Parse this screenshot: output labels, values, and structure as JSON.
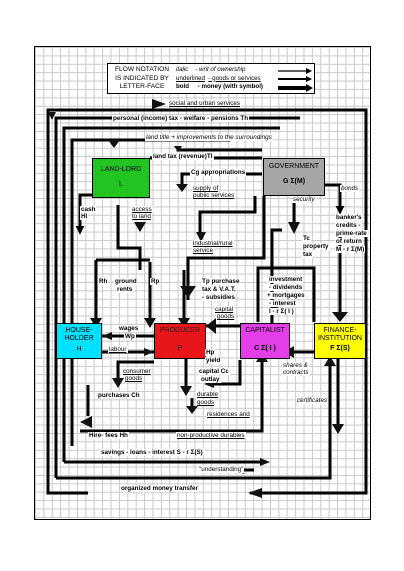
{
  "legend": {
    "title_lines": [
      "FLOW NOTATION",
      "IS INDICATED BY",
      "LETTER-FACE"
    ],
    "rows": [
      {
        "style": "italic",
        "meaning": "- writ of ownership"
      },
      {
        "style": "underlined",
        "meaning": "- goods or services"
      },
      {
        "style": "bold",
        "meaning": "- money (with symbol)"
      }
    ]
  },
  "nodes": {
    "landlord": {
      "name": "LAND-LORD",
      "symbol": "L",
      "color": "#22c422"
    },
    "government": {
      "name": "GOVERNMENT",
      "symbol": "G  Σ(M)",
      "color": "#a6a6a6"
    },
    "householder": {
      "name_lines": [
        "HOUSE-",
        "HOLDER"
      ],
      "symbol": "H",
      "color": "#00e0ff"
    },
    "producer": {
      "name": "PRODUCER",
      "symbol": "P",
      "color": "#e8161b"
    },
    "capitalist": {
      "name": "CAPITALIST",
      "symbol": "C  Σ( I )",
      "color": "#e43ee8"
    },
    "finance": {
      "name_lines": [
        "FINANCE-",
        "INSTITUTION"
      ],
      "symbol": "F   Σ(S)",
      "color": "#ffff00"
    }
  },
  "flows": {
    "social_services": "social and urban services",
    "personal_tax": "personal (income) tax - welfare - pensions  Th",
    "land_title": "land title + improvements to the surroundings",
    "land_tax": "land tax (revenue)Tl",
    "cg_appropriations": "Cg  appropriations",
    "supply_public_1": "supply of",
    "supply_public_2": "public services",
    "bonds": "bonds",
    "security": "security",
    "cash": "cash",
    "hl": "Hl",
    "access_1": "access",
    "access_2": "to land",
    "bankers_1": "banker's",
    "bankers_2": "credits -",
    "bankers_3": "prime-rate",
    "bankers_4": "of return",
    "bankers_5": "M - r Σ(M)",
    "industrial_1": "industrial/rural",
    "industrial_2": "service",
    "property_tax_1": "Tc",
    "property_tax_2": "property",
    "property_tax_3": "tax",
    "rh": "Rh",
    "ground_rents_1": "ground",
    "ground_rents_2": "rents",
    "rp": "Rp",
    "tp_1": "Tp purchase",
    "tp_2": "tax & V.A.T.",
    "tp_3": "- subsidies",
    "investment_1": "investment",
    "investment_2": "- dividends",
    "investment_3": "+ mortgages",
    "investment_4": "- interest",
    "investment_5": "I - r Σ( I )",
    "capital_goods_1": "capital",
    "capital_goods_2": "goods",
    "wages_1": "wages",
    "wages_2": "Wp",
    "labour": "labour",
    "consumer_goods_1": "consumer",
    "consumer_goods_2": "goods",
    "hp_1": "Hp",
    "hp_2": "yield",
    "capital_outlay_1": "capital  Cc",
    "capital_outlay_2": "outlay",
    "shares_1": "shares &",
    "shares_2": "contracts",
    "purchases": "purchases  Ch",
    "durable_goods_1": "durable",
    "durable_goods_2": "goods",
    "residences": "residences and",
    "certificates": "certificates",
    "hire_fees": "Hire- fees  Hh",
    "non_productive": "non-productive durables",
    "savings": "savings - loans - interest  S - r Σ(S)",
    "understanding": "\"understanding\"",
    "organized_money": "organized money transfer"
  }
}
